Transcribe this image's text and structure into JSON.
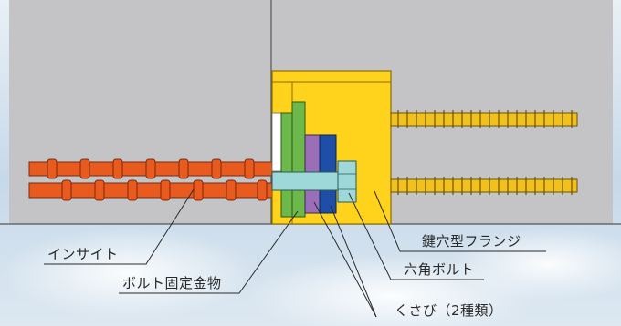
{
  "labels": {
    "insight": "インサイト",
    "bolt_bracket": "ボルト固定金物",
    "keyhole_flange": "鍵穴型フランジ",
    "hex_bolt": "六角ボルト",
    "wedge": "くさび（2種類）"
  },
  "colors": {
    "wall": "#c4c4c6",
    "sky": "#c8daea",
    "rebar": "#e85a1e",
    "rebar_dark": "#7a2a10",
    "flange": "#ffd21c",
    "anchor_rod": "#f2c21a",
    "bracket": "#6db84a",
    "wedge_purple": "#9b6fb8",
    "wedge_blue": "#1f4ea6",
    "bolt": "#9fd8d8"
  }
}
